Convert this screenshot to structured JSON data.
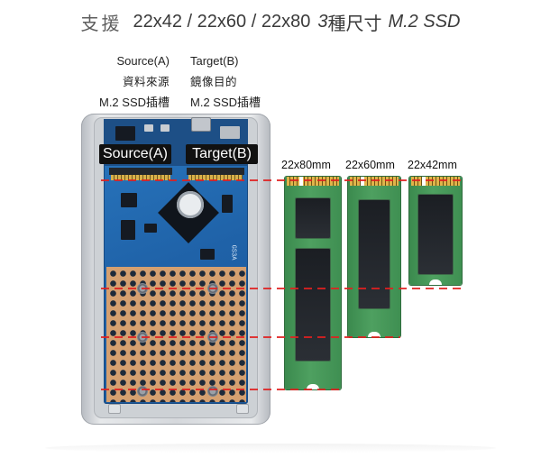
{
  "headline": {
    "support": "支援",
    "sizes": "22x42 / 22x60 / 22x80",
    "count": "3",
    "kinds": "種尺寸",
    "product": "M.2 SSD"
  },
  "source_label": {
    "title": "Source(A)",
    "zh": "資料來源",
    "slot": "M.2 SSD插槽"
  },
  "target_label": {
    "title": "Target(B)",
    "zh": "鏡像目的",
    "slot": "M.2 SSD插槽"
  },
  "enclosure": {
    "slot_a": "Source(A)",
    "slot_b": "Target(B)",
    "pcb_mark": "GS3A"
  },
  "cards": [
    {
      "size": "22x80mm"
    },
    {
      "size": "22x60mm"
    },
    {
      "size": "22x42mm"
    }
  ],
  "colors": {
    "guide_line": "#e02020",
    "pcb": "#1f62a8",
    "ssd": "#4ea060",
    "gold": "#d9b14a"
  }
}
